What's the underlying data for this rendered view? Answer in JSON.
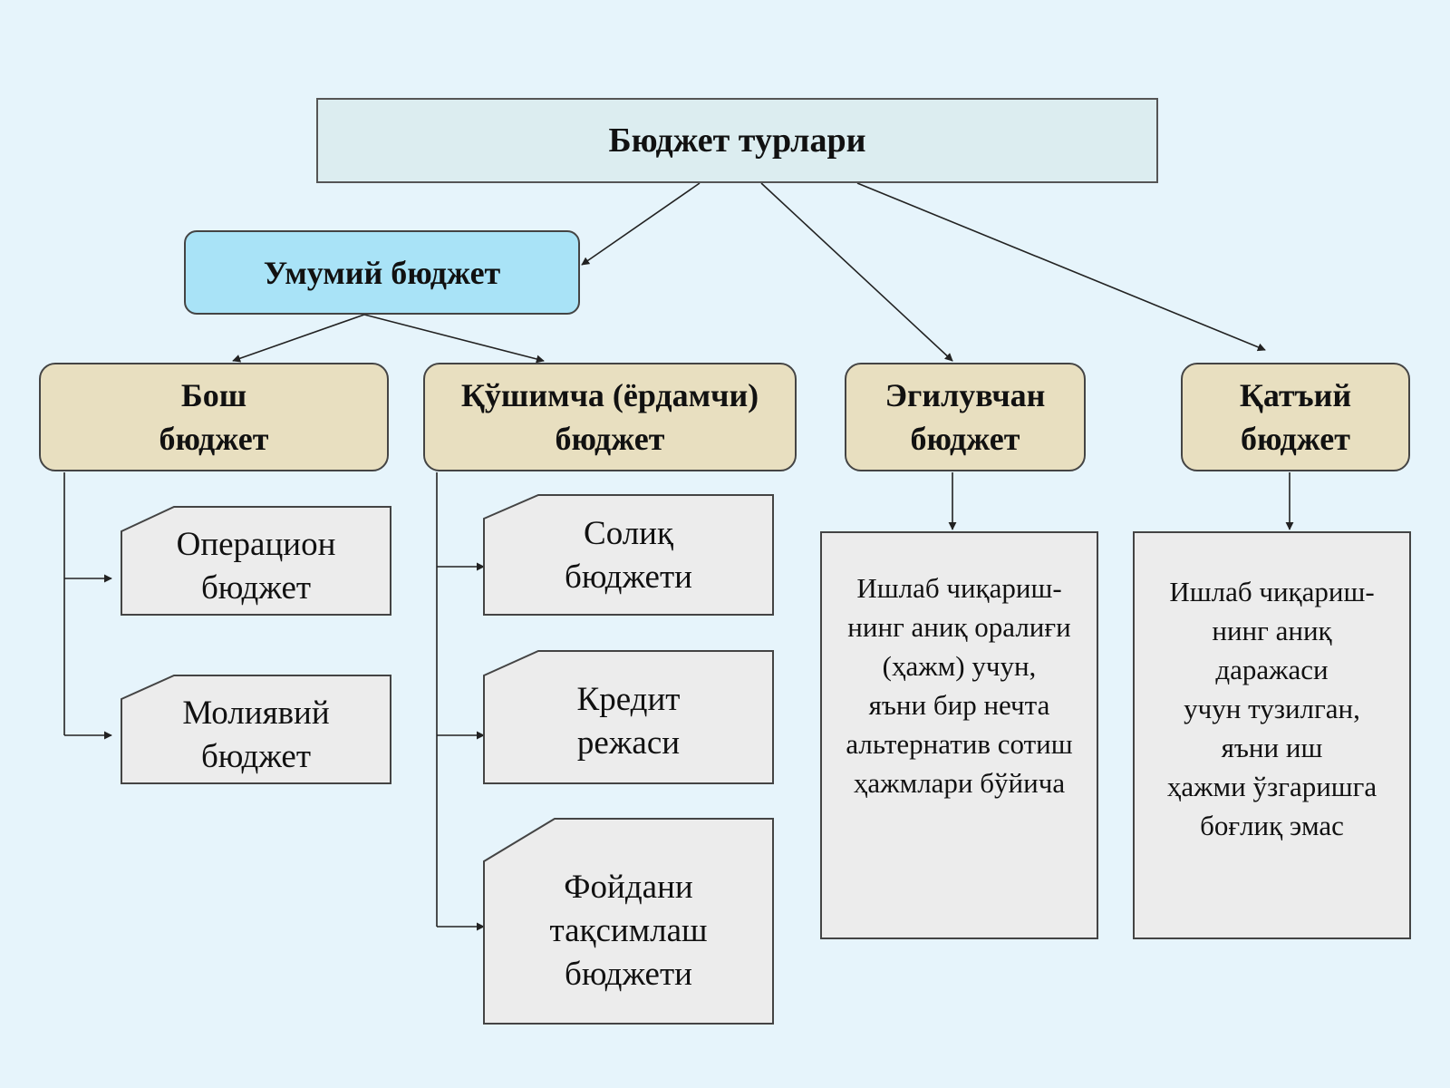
{
  "diagram": {
    "root": "Бюджет турлари",
    "general": "Умумий бюджет",
    "categories": {
      "main": "Бош\nбюджет",
      "additional": "Қўшимча (ёрдамчи)\nбюджет",
      "flexible": "Эгилувчан\nбюджет",
      "strict": "Қатъий\nбюджет"
    },
    "main_children": [
      "Операцион\nбюджет",
      "Молиявий\nбюджет"
    ],
    "additional_children": [
      "Солиқ\nбюджети",
      "Кредит\nрежаси",
      "Фойдани\nтақсимлаш\nбюджети"
    ],
    "flexible_description": "Ишлаб чиқариш-\nнинг аниқ оралиғи\n(ҳажм) учун,\nяъни бир нечта\nальтернатив сотиш\nҳажмлари бўйича",
    "strict_description": "Ишлаб чиқариш-\nнинг аниқ\nдаражаси\nучун тузилган,\nяъни иш\nҳажми ўзгаришга\nбоғлиқ эмас"
  },
  "colors": {
    "background": "#e6f4fb",
    "root_fill": "#dcedf0",
    "general_fill": "#a9e3f7",
    "category_fill": "#e8dfc0",
    "leaf_fill": "#ececec",
    "line": "#222222"
  }
}
